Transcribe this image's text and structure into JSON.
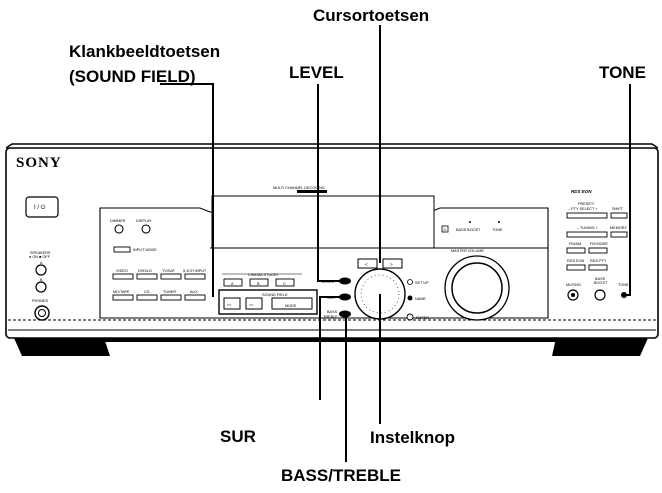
{
  "callouts": {
    "cursor_keys": "Cursortoetsen",
    "sound_field_line1": "Klankbeeldtoetsen",
    "sound_field_line2": "(SOUND FIELD)",
    "level": "LEVEL",
    "tone": "TONE",
    "sur": "SUR",
    "jog": "Instelknop",
    "bass_treble": "BASS/TREBLE"
  },
  "device": {
    "brand": "SONY",
    "multi_channel": "MULTI CHANNEL DECODING",
    "rds_logo": "RDS EON",
    "power_symbol": "I / ⏻",
    "speakers": [
      "SPEAKERS",
      "● ON  ■ OFF",
      "A",
      "B"
    ],
    "phones": "PHONES",
    "dimmer": "DIMMER",
    "display": "DISPLAY",
    "input_mode": "INPUT MODE",
    "bass_boost": "BASS BOOST",
    "tone_ind": "TONE",
    "d_symbol": "D",
    "inputs_row1": [
      "VIDEO",
      "DVD/LD",
      "TV/SAT",
      "5.1CH INPUT"
    ],
    "inputs_row2": [
      "MD/TAPE",
      "CD",
      "TUNER",
      "AUX"
    ],
    "cinema_studio": "CINEMA STUDIO",
    "cinema_abc": [
      "A",
      "B",
      "C"
    ],
    "sound_field": "SOUND FIELD",
    "mode": "MODE",
    "level_small": "LEVEL",
    "sur_small": "SUR",
    "bass_small": "BASS",
    "treble_small": "TREBLE",
    "set_up": "SET UP",
    "name": "NAME",
    "enter": "ENTER",
    "cursor_left": "<",
    "cursor_right": ">",
    "master_volume": "MASTER VOLUME",
    "preset_line1": "PRESET/",
    "preset_line2": "– PTY SELECT +",
    "shift": "SHIFT",
    "tuning": "– TUNING +",
    "memory": "MEMORY",
    "fm_am": "FM/AM",
    "fm_mode": "FM MODE",
    "rds_eon": "RDS EON",
    "rds_pty": "RDS PTY",
    "muting": "MUTING",
    "bass_boost_btn_1": "BASS",
    "bass_boost_btn_2": "BOOST",
    "tone_btn": "TONE"
  }
}
